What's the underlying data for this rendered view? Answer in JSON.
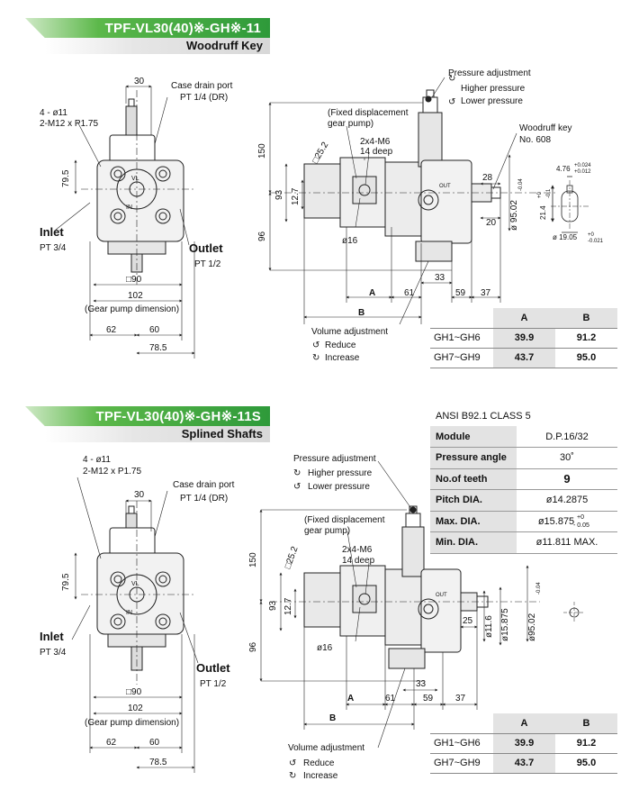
{
  "sections": [
    {
      "model": "TPF-VL30(40)※-GH※-11",
      "subtitle": "Woodruff Key",
      "left": {
        "bolt_holes": "4 - ø11",
        "thread": "2-M12 x P1.75",
        "case_drain_label": "Case drain port",
        "case_drain_size": "PT 1/4 (DR)",
        "dim_30": "30",
        "dim_79_5": "79.5",
        "inlet_label": "Inlet",
        "inlet_size": "PT 3/4",
        "outlet_label": "Outlet",
        "outlet_size": "PT 1/2",
        "sq90": "□90",
        "dim_102": "102",
        "gear_pump_dim": "(Gear pump dimension)",
        "dim_62": "62",
        "dim_60": "60",
        "dim_78_5": "78.5",
        "in_mark": "IN",
        "vl_mark": "VL"
      },
      "right": {
        "pressure_adj": "Pressure adjustment",
        "higher": "Higher pressure",
        "lower": "Lower pressure",
        "fixed_disp": "(Fixed displacement",
        "gear_pump": "gear pump)",
        "mounting_thread": "2x4-M6",
        "thread_depth": "14 deep",
        "dim_25_2": "□25.2",
        "dim_150": "150",
        "dim_93": "93",
        "dim_12_7": "12.7",
        "dim_96": "96",
        "dia_16": "ø16",
        "key_label": "Woodruff key",
        "key_no": "No. 608",
        "dim_28": "28",
        "dim_20": "20",
        "dia_95": "ø 95.02",
        "dia_95_tol": "-0.04",
        "out_mark": "OUT",
        "dim_A": "A",
        "dim_61": "61",
        "dim_33": "33",
        "dim_59": "59",
        "dim_37": "37",
        "dim_B": "B",
        "vol_adj": "Volume adjustment",
        "reduce": "Reduce",
        "increase": "Increase",
        "key_w": "4.76",
        "key_w_tol_hi": "+0.024",
        "key_w_tol_lo": "+0.012",
        "key_h": "21.4",
        "key_h_tol_hi": "+0",
        "key_h_tol_lo": "-0.1",
        "shaft_dia": "ø 19.05",
        "shaft_tol_hi": "+0",
        "shaft_tol_lo": "-0.021"
      },
      "table": {
        "headers": [
          "",
          "A",
          "B"
        ],
        "rows": [
          [
            "GH1~GH6",
            "39.9",
            "91.2"
          ],
          [
            "GH7~GH9",
            "43.7",
            "95.0"
          ]
        ]
      }
    },
    {
      "model": "TPF-VL30(40)※-GH※-11S",
      "subtitle": "Splined Shafts",
      "left": {
        "bolt_holes": "4 - ø11",
        "thread": "2-M12 x P1.75",
        "case_drain_label": "Case drain port",
        "case_drain_size": "PT 1/4 (DR)",
        "dim_30": "30",
        "dim_79_5": "79.5",
        "inlet_label": "Inlet",
        "inlet_size": "PT 3/4",
        "outlet_label": "Outlet",
        "outlet_size": "PT 1/2",
        "sq90": "□90",
        "dim_102": "102",
        "gear_pump_dim": "(Gear pump dimension)",
        "dim_62": "62",
        "dim_60": "60",
        "dim_78_5": "78.5",
        "in_mark": "IN",
        "vl_mark": "VL"
      },
      "right": {
        "pressure_adj": "Pressure adjustment",
        "higher": "Higher pressure",
        "lower": "Lower pressure",
        "fixed_disp": "(Fixed displacement",
        "gear_pump": "gear pump)",
        "mounting_thread": "2x4-M6",
        "thread_depth": "14 deep",
        "dim_25_2": "□25.2",
        "dim_150": "150",
        "dim_93": "93",
        "dim_12_7": "12.7",
        "dim_96": "96",
        "dia_16": "ø16",
        "dim_25": "25",
        "dia_11_6": "ø11.6",
        "dia_15_875": "ø15.875",
        "dia_95": "ø95.02",
        "dia_95_tol": "-0.04",
        "out_mark": "OUT",
        "dim_A": "A",
        "dim_61": "61",
        "dim_33": "33",
        "dim_59": "59",
        "dim_37": "37",
        "dim_B": "B",
        "vol_adj": "Volume adjustment",
        "reduce": "Reduce",
        "increase": "Increase"
      },
      "spec_title": "ANSI B92.1 CLASS 5",
      "spec": [
        {
          "key": "Module",
          "value": "D.P.16/32"
        },
        {
          "key": "Pressure angle",
          "value": "30˚"
        },
        {
          "key": "No.of teeth",
          "value": "9"
        },
        {
          "key": "Pitch DIA.",
          "value": "ø14.2875"
        },
        {
          "key": "Max. DIA.",
          "value": "ø15.875",
          "tol_hi": "+0",
          "tol_lo": "- 0.05"
        },
        {
          "key": "Min. DIA.",
          "value": "ø11.811 MAX."
        }
      ],
      "table": {
        "headers": [
          "",
          "A",
          "B"
        ],
        "rows": [
          [
            "GH1~GH6",
            "39.9",
            "91.2"
          ],
          [
            "GH7~GH9",
            "43.7",
            "95.0"
          ]
        ]
      }
    }
  ],
  "colors": {
    "banner_green": "#2e9a3a",
    "header_grey": "#e3e3e3",
    "line": "#222222"
  }
}
